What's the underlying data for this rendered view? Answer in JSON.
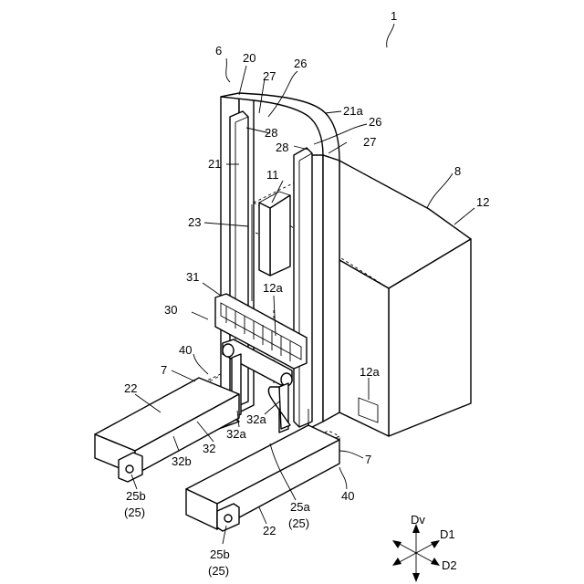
{
  "labels": {
    "l1": "1",
    "l6": "6",
    "l20": "20",
    "l27a": "27",
    "l26a": "26",
    "l21a": "21a",
    "l26b": "26",
    "l28a": "28",
    "l28b": "28",
    "l27b": "27",
    "l21": "21",
    "l11": "11",
    "l8": "8",
    "l12": "12",
    "l23": "23",
    "l31": "31",
    "l12a_top": "12a",
    "l30": "30",
    "l40_left": "40",
    "l7_left": "7",
    "l22_left": "22",
    "l12a_side": "12a",
    "l32a_1": "32a",
    "l32a_2": "32a",
    "l32_1": "32",
    "l32b": "32b",
    "l7_right": "7",
    "l40_right": "40",
    "l25b_left": "25b",
    "l25_left": "(25)",
    "l25a": "25a",
    "l25_mid": "(25)",
    "l22_right": "22",
    "l25b_right": "25b",
    "l25_right": "(25)",
    "dv": "Dv",
    "d1": "D1",
    "d2": "D2"
  }
}
